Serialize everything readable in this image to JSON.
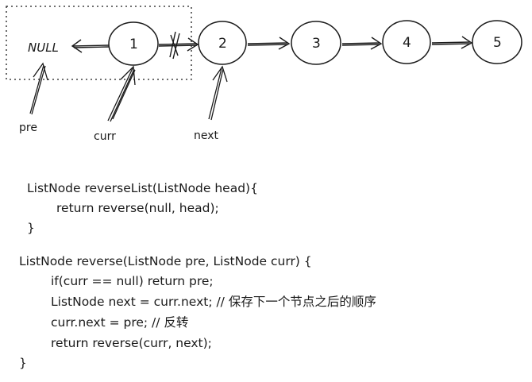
{
  "diagram": {
    "null_label": "NULL",
    "nodes": [
      "1",
      "2",
      "3",
      "4",
      "5"
    ],
    "pointers": {
      "pre": "pre",
      "curr": "curr",
      "next": "next"
    }
  },
  "code": {
    "block1": [
      "ListNode reverseList(ListNode head){",
      "return reverse(null, head);",
      "}"
    ],
    "block2": [
      "ListNode reverse(ListNode pre, ListNode curr) {",
      "if(curr == null) return pre;",
      "ListNode next = curr.next; // 保存下一个节点之后的顺序",
      "curr.next = pre; // 反转",
      "return reverse(curr, next);",
      "}"
    ]
  },
  "colors": {
    "ink": "#1a1a1a",
    "background": "#ffffff"
  }
}
